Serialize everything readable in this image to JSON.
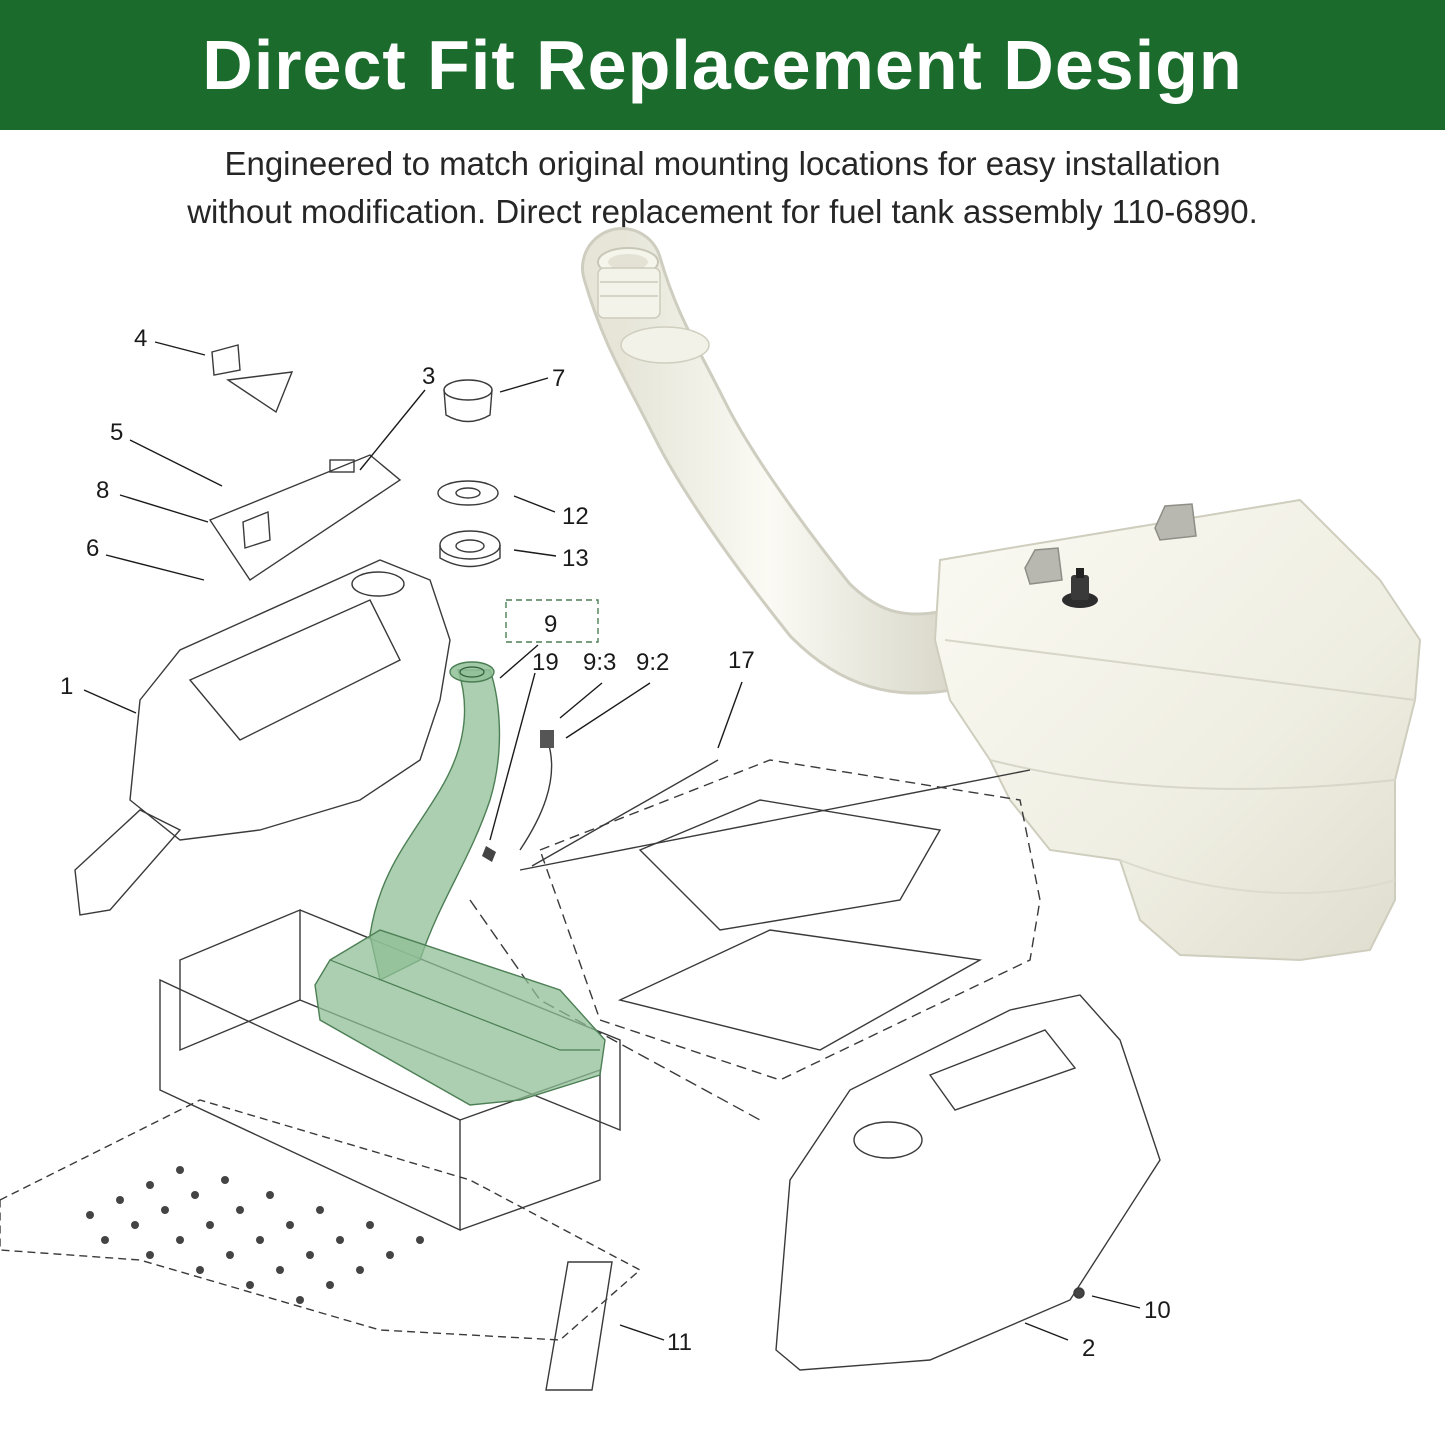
{
  "header": {
    "title": "Direct Fit Replacement Design",
    "background": "#1a6b2c",
    "text_color": "#ffffff"
  },
  "description": {
    "line1": "Engineered to match original mounting locations for easy installation",
    "line2": "without modification. Direct replacement for fuel tank assembly 110-6890."
  },
  "diagram": {
    "highlight_color": "#8fbf96",
    "callouts": [
      "1",
      "2",
      "3",
      "4",
      "5",
      "6",
      "7",
      "8",
      "9",
      "9:2",
      "9:3",
      "10",
      "11",
      "12",
      "13",
      "17",
      "19"
    ]
  }
}
